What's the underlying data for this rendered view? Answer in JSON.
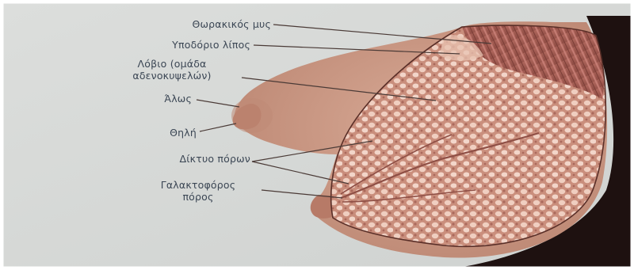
{
  "labels": {
    "pectoral_muscle": "Θωρακικός μυς",
    "subcutaneous_fat": "Υποδόριο λίπος",
    "lobe_line1": "Λόβιο (ομάδα",
    "lobe_line2": "αδενοκυψελών)",
    "areola": "Άλως",
    "nipple": "Θηλή",
    "duct_network": "Δίκτυο πόρων",
    "lactiferous_duct_line1": "Γαλακτοφόρος",
    "lactiferous_duct_line2": "πόρος"
  },
  "colors": {
    "background": "#d8dad8",
    "skin": "#c99a86",
    "gland": "#d8a796",
    "lobule": "#f2d2c4",
    "muscle": "#a55c52",
    "dark": "#1c0f0c",
    "leader_line": "#4a3a36"
  }
}
